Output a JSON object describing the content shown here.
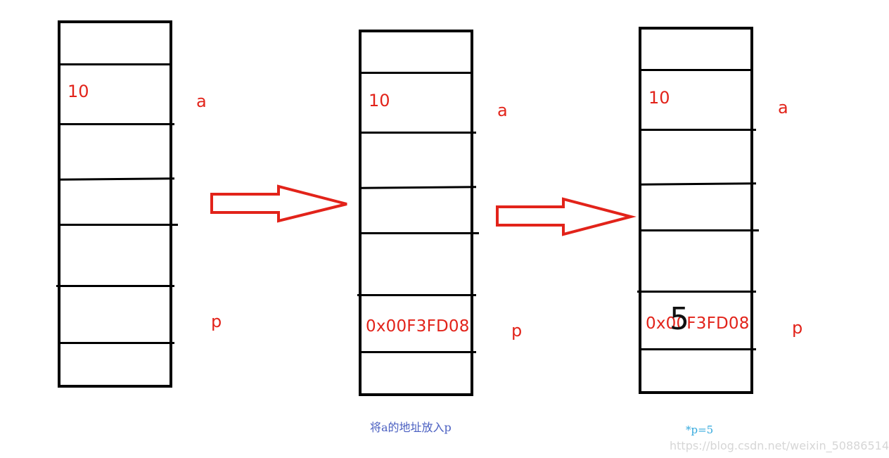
{
  "colors": {
    "ink": "#000000",
    "accent_red": "#e2231a",
    "caption_blue": "#4a5fc1",
    "caption_cyan": "#32a8dc",
    "watermark": "#d6d6d6"
  },
  "stage1": {
    "a_value": "10",
    "a_label": "a",
    "p_label": "p"
  },
  "stage2": {
    "a_value": "10",
    "a_label": "a",
    "p_value": "0x00F3FD08",
    "p_label": "p",
    "caption": "将a的地址放入p"
  },
  "stage3": {
    "a_value": "10",
    "a_label": "a",
    "p_value": "0x00F3FD08",
    "p_label": "p",
    "overwrite": "5",
    "caption": "*p=5"
  },
  "watermark": "https://blog.csdn.net/weixin_50886514"
}
